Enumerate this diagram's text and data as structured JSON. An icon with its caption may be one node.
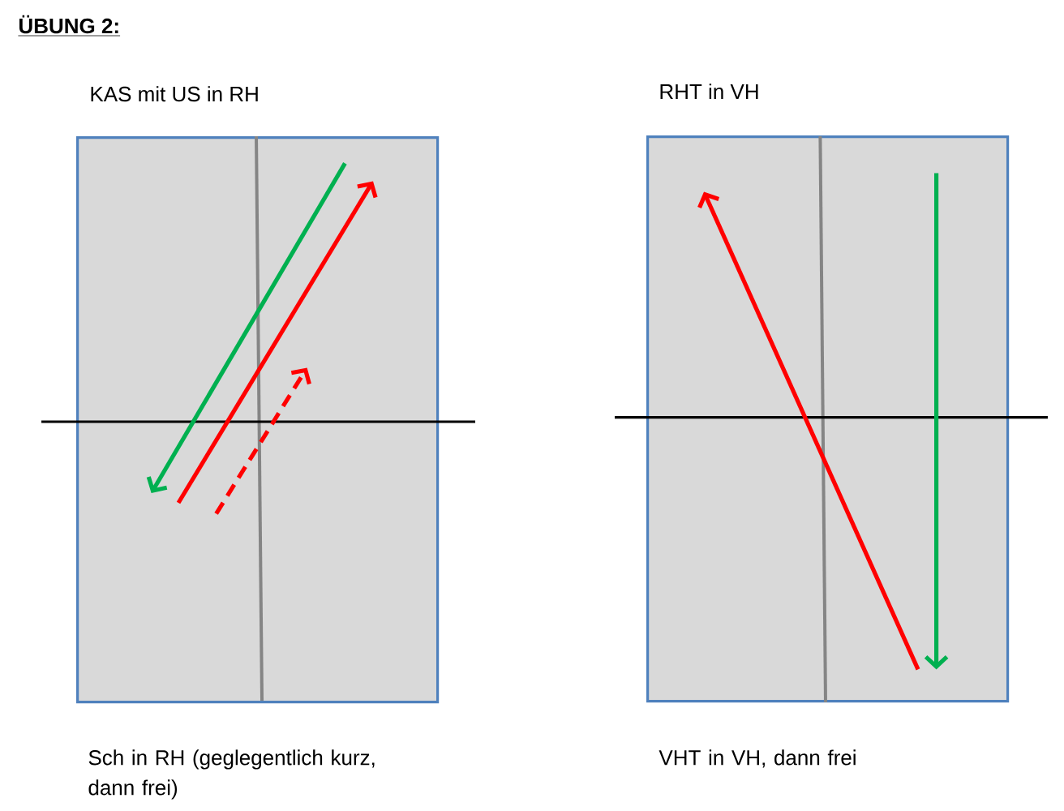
{
  "diagram": {
    "title": "ÜBUNG 2:",
    "nodes": [
      {
        "text": [
          "KAS mit US in RH"
        ],
        "beside": [
          "Sch in RH (geglegentlich kurz, dann frei)"
        ]
      },
      {
        "text": [
          "RHT in VH"
        ],
        "beside": [
          "VHT in VH, dann frei"
        ]
      }
    ]
  }
}
